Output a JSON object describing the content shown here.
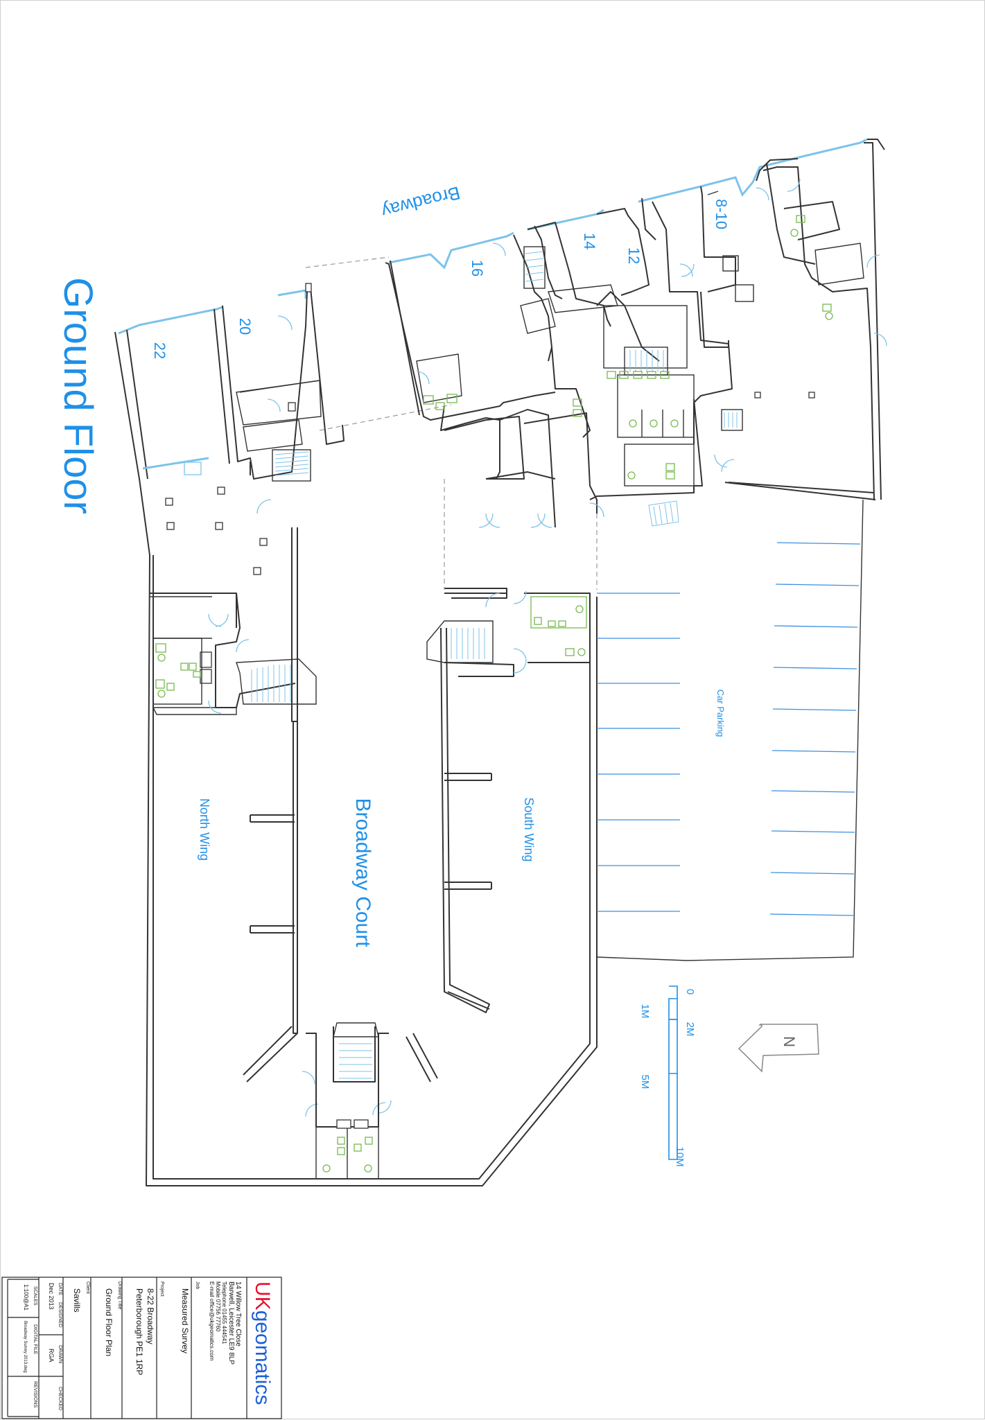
{
  "plan": {
    "title": "Ground Floor",
    "street": "Broadway",
    "units": [
      "22",
      "20",
      "16",
      "14",
      "12",
      "8-10"
    ],
    "court": "Broadway Court",
    "north_wing": "North Wing",
    "south_wing": "South Wing",
    "car_parking": "Car Parking",
    "north_arrow": "N",
    "scale_labels": [
      "0",
      "1M",
      "2M",
      "5M",
      "10M"
    ]
  },
  "title_block": {
    "company_uk": "UK",
    "company_rest": "geomatics",
    "address1": "14 Willow Tree Close",
    "address2": "Barwell, Leicester LE9 8LP",
    "telephone": "Telephone 01455 444541",
    "mobile": "Mobile 07756 77760",
    "email": "E-mail office@ukgeomatics.com",
    "job_caption": "Job",
    "job": "Measured Survey",
    "project_caption": "Project",
    "project_line1": "8-22 Broadway",
    "project_line2": "Peterborough PE1 1RP",
    "drawing_caption": "Drawing Title",
    "drawing_title": "Ground Floor Plan",
    "client_caption": "Client",
    "client": "Savills",
    "date_caption": "DATE",
    "date": "Dec 2013",
    "designed_caption": "DESIGNED",
    "drawn_caption": "DRAWN",
    "drawn": "RGA",
    "checked_caption": "CHECKED",
    "scale_caption": "SCALES",
    "scale": "1:100@A1",
    "digital_file_caption": "DIGITAL FILE",
    "digital_file": "Broadway Survey 2013.dwg",
    "revisions_caption": "REVISIONS"
  },
  "colors": {
    "label_blue": "#1e90e8",
    "wall": "#333333",
    "facade_blue": "#7cc3ea",
    "fixture_green": "#77b84e",
    "company_red": "#e8112d",
    "company_blue": "#1e5fd6"
  }
}
